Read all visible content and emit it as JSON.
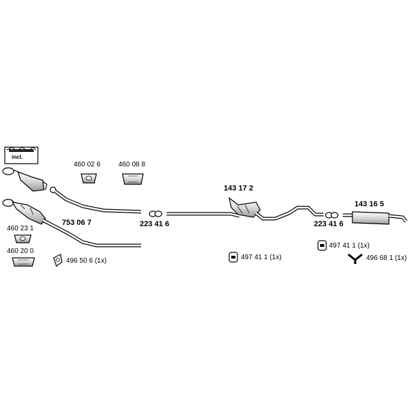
{
  "kit_box": {
    "label": "incl."
  },
  "parts": {
    "front_pipe": "753 06 7",
    "gasket_a": "460 02 6",
    "gasket_b": "460 08 8",
    "gasket_c": "460 23 1",
    "gasket_d": "460 20 0",
    "seal_triangle": "496 50 6 (1x)",
    "clamp_left": "223 41 6",
    "middle_silencer": "143 17 2",
    "rubber_mount_mid": "497 41 1 (1x)",
    "clamp_right": "223 41 6",
    "rubber_mount_rear": "497 41 1 (1x)",
    "rear_silencer": "143 16 5",
    "hanger_rear": "496 68 1 (1x)"
  },
  "colors": {
    "line": "#000000",
    "fill": "#ffffff",
    "shade": "#cfcfcf"
  }
}
